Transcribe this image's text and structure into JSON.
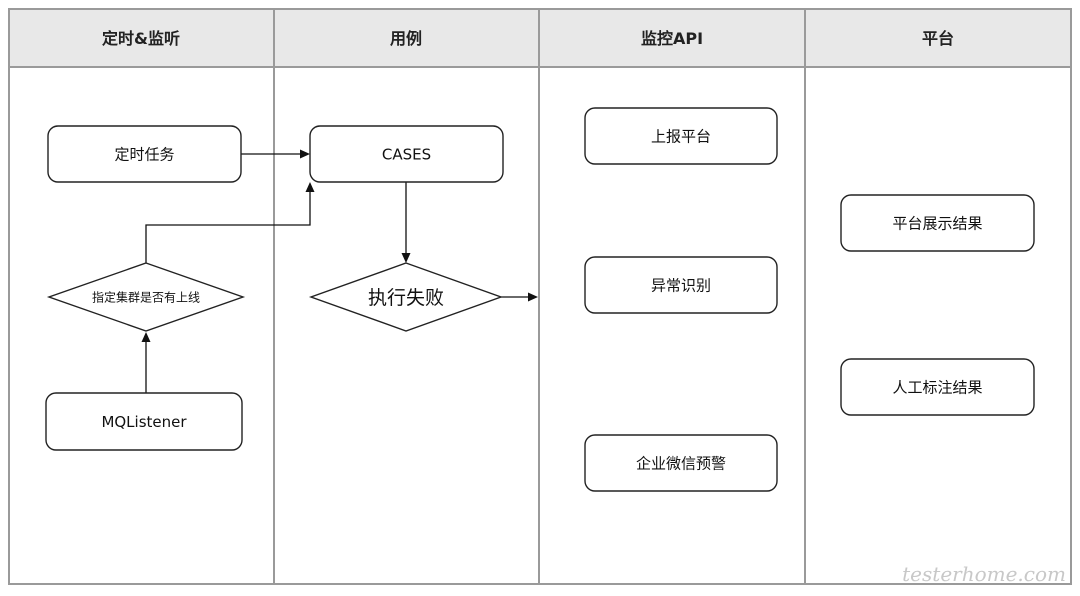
{
  "lanes": [
    {
      "title": "定时&监听"
    },
    {
      "title": "用例"
    },
    {
      "title": "监控API"
    },
    {
      "title": "平台"
    }
  ],
  "nodes": {
    "scheduled_task": "定时任务",
    "cases": "CASES",
    "cluster_check": "指定集群是否有上线",
    "mq_listener": "MQListener",
    "execution_failed": "执行失败",
    "report_platform": "上报平台",
    "anomaly_detection": "异常识别",
    "wecom_alert": "企业微信预警",
    "platform_display": "平台展示结果",
    "manual_annotation": "人工标注结果"
  },
  "watermark": "testerhome.com"
}
